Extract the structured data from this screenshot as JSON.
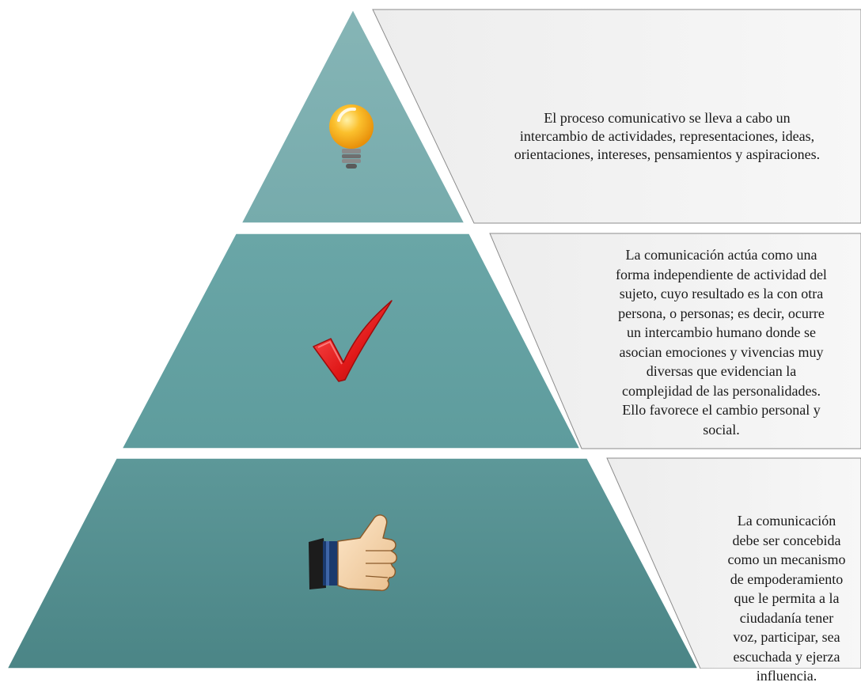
{
  "diagram": {
    "tiers": [
      {
        "icon": "lightbulb-icon",
        "text": "El proceso comunicativo se lleva a cabo un\nintercambio de actividades, representaciones, ideas,\norientaciones, intereses, pensamientos y aspiraciones."
      },
      {
        "icon": "checkmark-icon",
        "text": "La comunicación actúa como una\nforma independiente de actividad del\nsujeto, cuyo resultado es la con otra\npersona, o personas; es decir, ocurre\nun intercambio humano donde se\nasocian emociones y vivencias muy\ndiversas que evidencian la\ncomplejidad de las personalidades.\nEllo favorece el cambio personal y\nsocial."
      },
      {
        "icon": "thumbs-up-icon",
        "text": "La comunicación\ndebe ser concebida\ncomo un mecanismo\nde empoderamiento\nque le permita a la\nciudadanía tener\nvoz, participar, sea\nescuchada y ejerza\ninfluencia."
      }
    ]
  },
  "colors": {
    "pyramid_top": "#86b5b6",
    "pyramid_mid": "#6aa5a6",
    "pyramid_bottom": "#4f8889",
    "panel_fill": "#f2f2f2",
    "panel_stroke": "#8c8c8c",
    "check_red": "#e01818",
    "bulb_yellow": "#f9b81a"
  }
}
